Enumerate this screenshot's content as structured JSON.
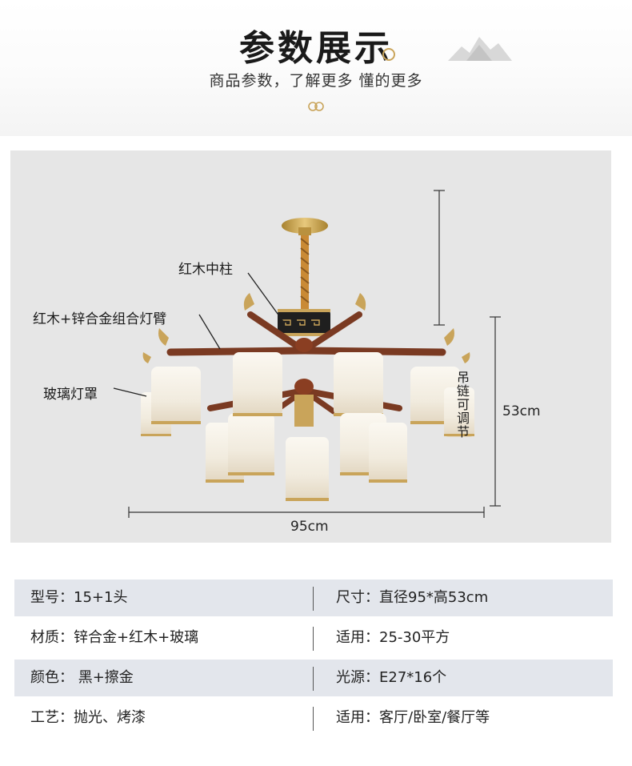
{
  "header": {
    "title": "参数展示",
    "subtitle": "商品参数，了解更多 懂的更多"
  },
  "diagram": {
    "labels": {
      "center_column": "红木中柱",
      "arm": "红木+锌合金组合灯臂",
      "shade": "玻璃灯罩",
      "chain": "吊链可调节"
    },
    "dimensions": {
      "height": "53cm",
      "width": "95cm"
    }
  },
  "specs": [
    {
      "left": "型号：15+1头",
      "right": "尺寸：直径95*高53cm"
    },
    {
      "left": "材质：锌合金+红木+玻璃",
      "right": "适用：25-30平方"
    },
    {
      "left": "颜色： 黑+擦金",
      "right": "光源：E27*16个"
    },
    {
      "left": "工艺：抛光、烤漆",
      "right": "适用：客厅/卧室/餐厅等"
    }
  ],
  "colors": {
    "gold": "#c9a45a",
    "wood": "#7a3a22",
    "row_shade": "#e3e6ec",
    "photo_bg": "#e6e6e6"
  }
}
